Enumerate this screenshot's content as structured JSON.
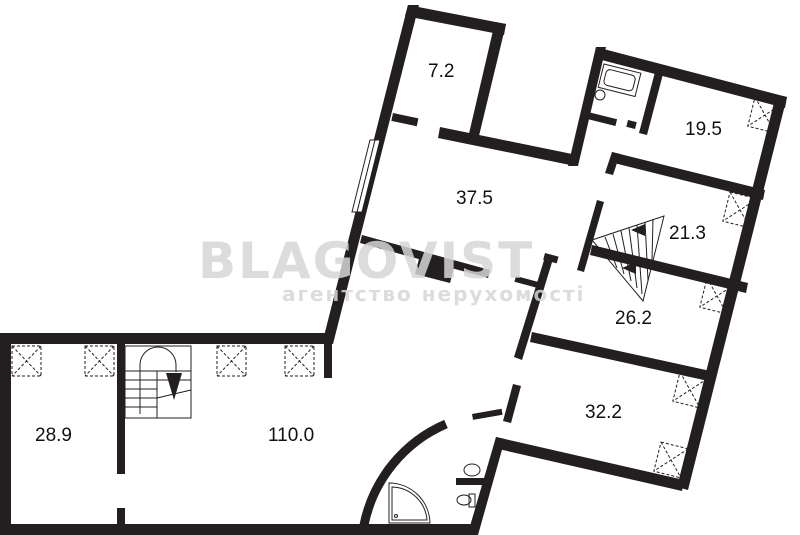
{
  "plan": {
    "rooms": [
      {
        "id": "storage",
        "area": "7.2"
      },
      {
        "id": "bedroom-1",
        "area": "19.5"
      },
      {
        "id": "hall",
        "area": "37.5"
      },
      {
        "id": "bedroom-2",
        "area": "21.3"
      },
      {
        "id": "bedroom-3",
        "area": "26.2"
      },
      {
        "id": "bedroom-4",
        "area": "32.2"
      },
      {
        "id": "room-left",
        "area": "28.9"
      },
      {
        "id": "living",
        "area": "110.0"
      }
    ],
    "watermark": {
      "brand": "BLAGOVIST",
      "tagline": "агентство нерухомості"
    },
    "colors": {
      "wall": "#231f20",
      "background": "#ffffff",
      "watermark": "#d6d6d6"
    }
  }
}
